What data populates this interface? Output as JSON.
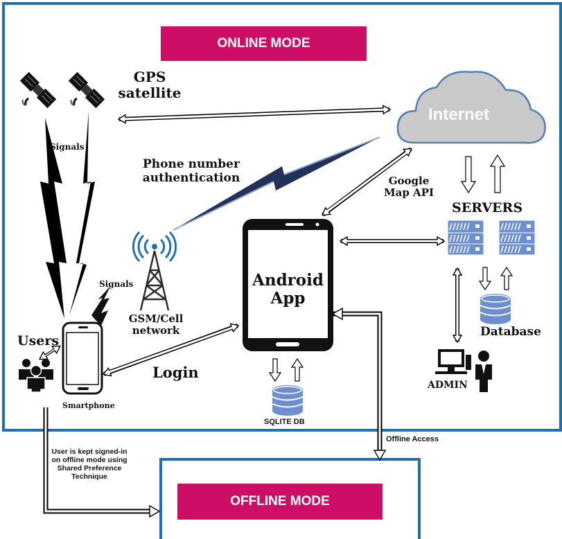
{
  "modes": {
    "online": "ONLINE MODE",
    "offline": "OFFLINE MODE"
  },
  "labels": {
    "gps_satellite": "GPS satellite",
    "signals_left": "Signals",
    "signals_phone": "Signals",
    "phone_auth": "Phone number authentication",
    "internet": "Internet",
    "google_map_api": "Google Map API",
    "servers": "SERVERS",
    "android_app": "Android App",
    "gsm_cell": "GSM/Cell network",
    "users": "Users",
    "login": "Login",
    "smartphone": "Smartphone",
    "database": "Database",
    "admin": "ADMIN",
    "sqlite_db": "SQLITE DB",
    "offline_access": "Offline Access",
    "signed_in_note": "User is kept signed-in on offline mode using Shared Preference Technique"
  },
  "icons": [
    "satellite-icon",
    "cloud-icon",
    "cell-tower-icon",
    "tablet-icon",
    "smartphone-icon",
    "users-icon",
    "server-icon",
    "database-icon",
    "admin-icon"
  ],
  "colors": {
    "frame": "#1f6fb2",
    "banner": "#cc0e66",
    "cloud": "#c9c9c9",
    "server": "#6d8fd0"
  }
}
